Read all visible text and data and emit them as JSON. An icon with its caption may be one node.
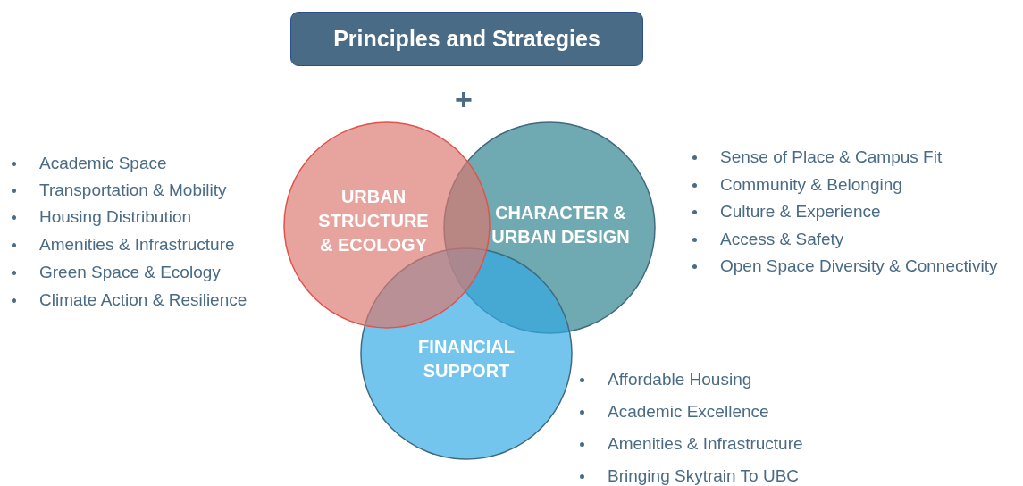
{
  "diagram": {
    "nodes": [
      {
        "text": [
          "Principles and Strategies"
        ]
      },
      {
        "text": [
          "URBAN STRUCTURE & ECOLOGY"
        ]
      },
      {
        "text": [
          "CHARACTER & URBAN DESIGN"
        ]
      },
      {
        "text": [
          "FINANCIAL SUPPORT"
        ]
      }
    ],
    "labels": [
      "+",
      "Academic Space",
      "Transportation & Mobility",
      "Housing Distribution",
      "Amenities & Infrastructure",
      "Green Space & Ecology",
      "Climate Action & Resilience",
      "Sense of Place & Campus Fit",
      "Community & Belonging",
      "Culture & Experience",
      "Access & Safety",
      "Open Space Diversity & Connectivity",
      "Affordable Housing",
      "Academic Excellence",
      "Amenities & Infrastructure",
      "Bringing Skytrain To UBC"
    ]
  }
}
